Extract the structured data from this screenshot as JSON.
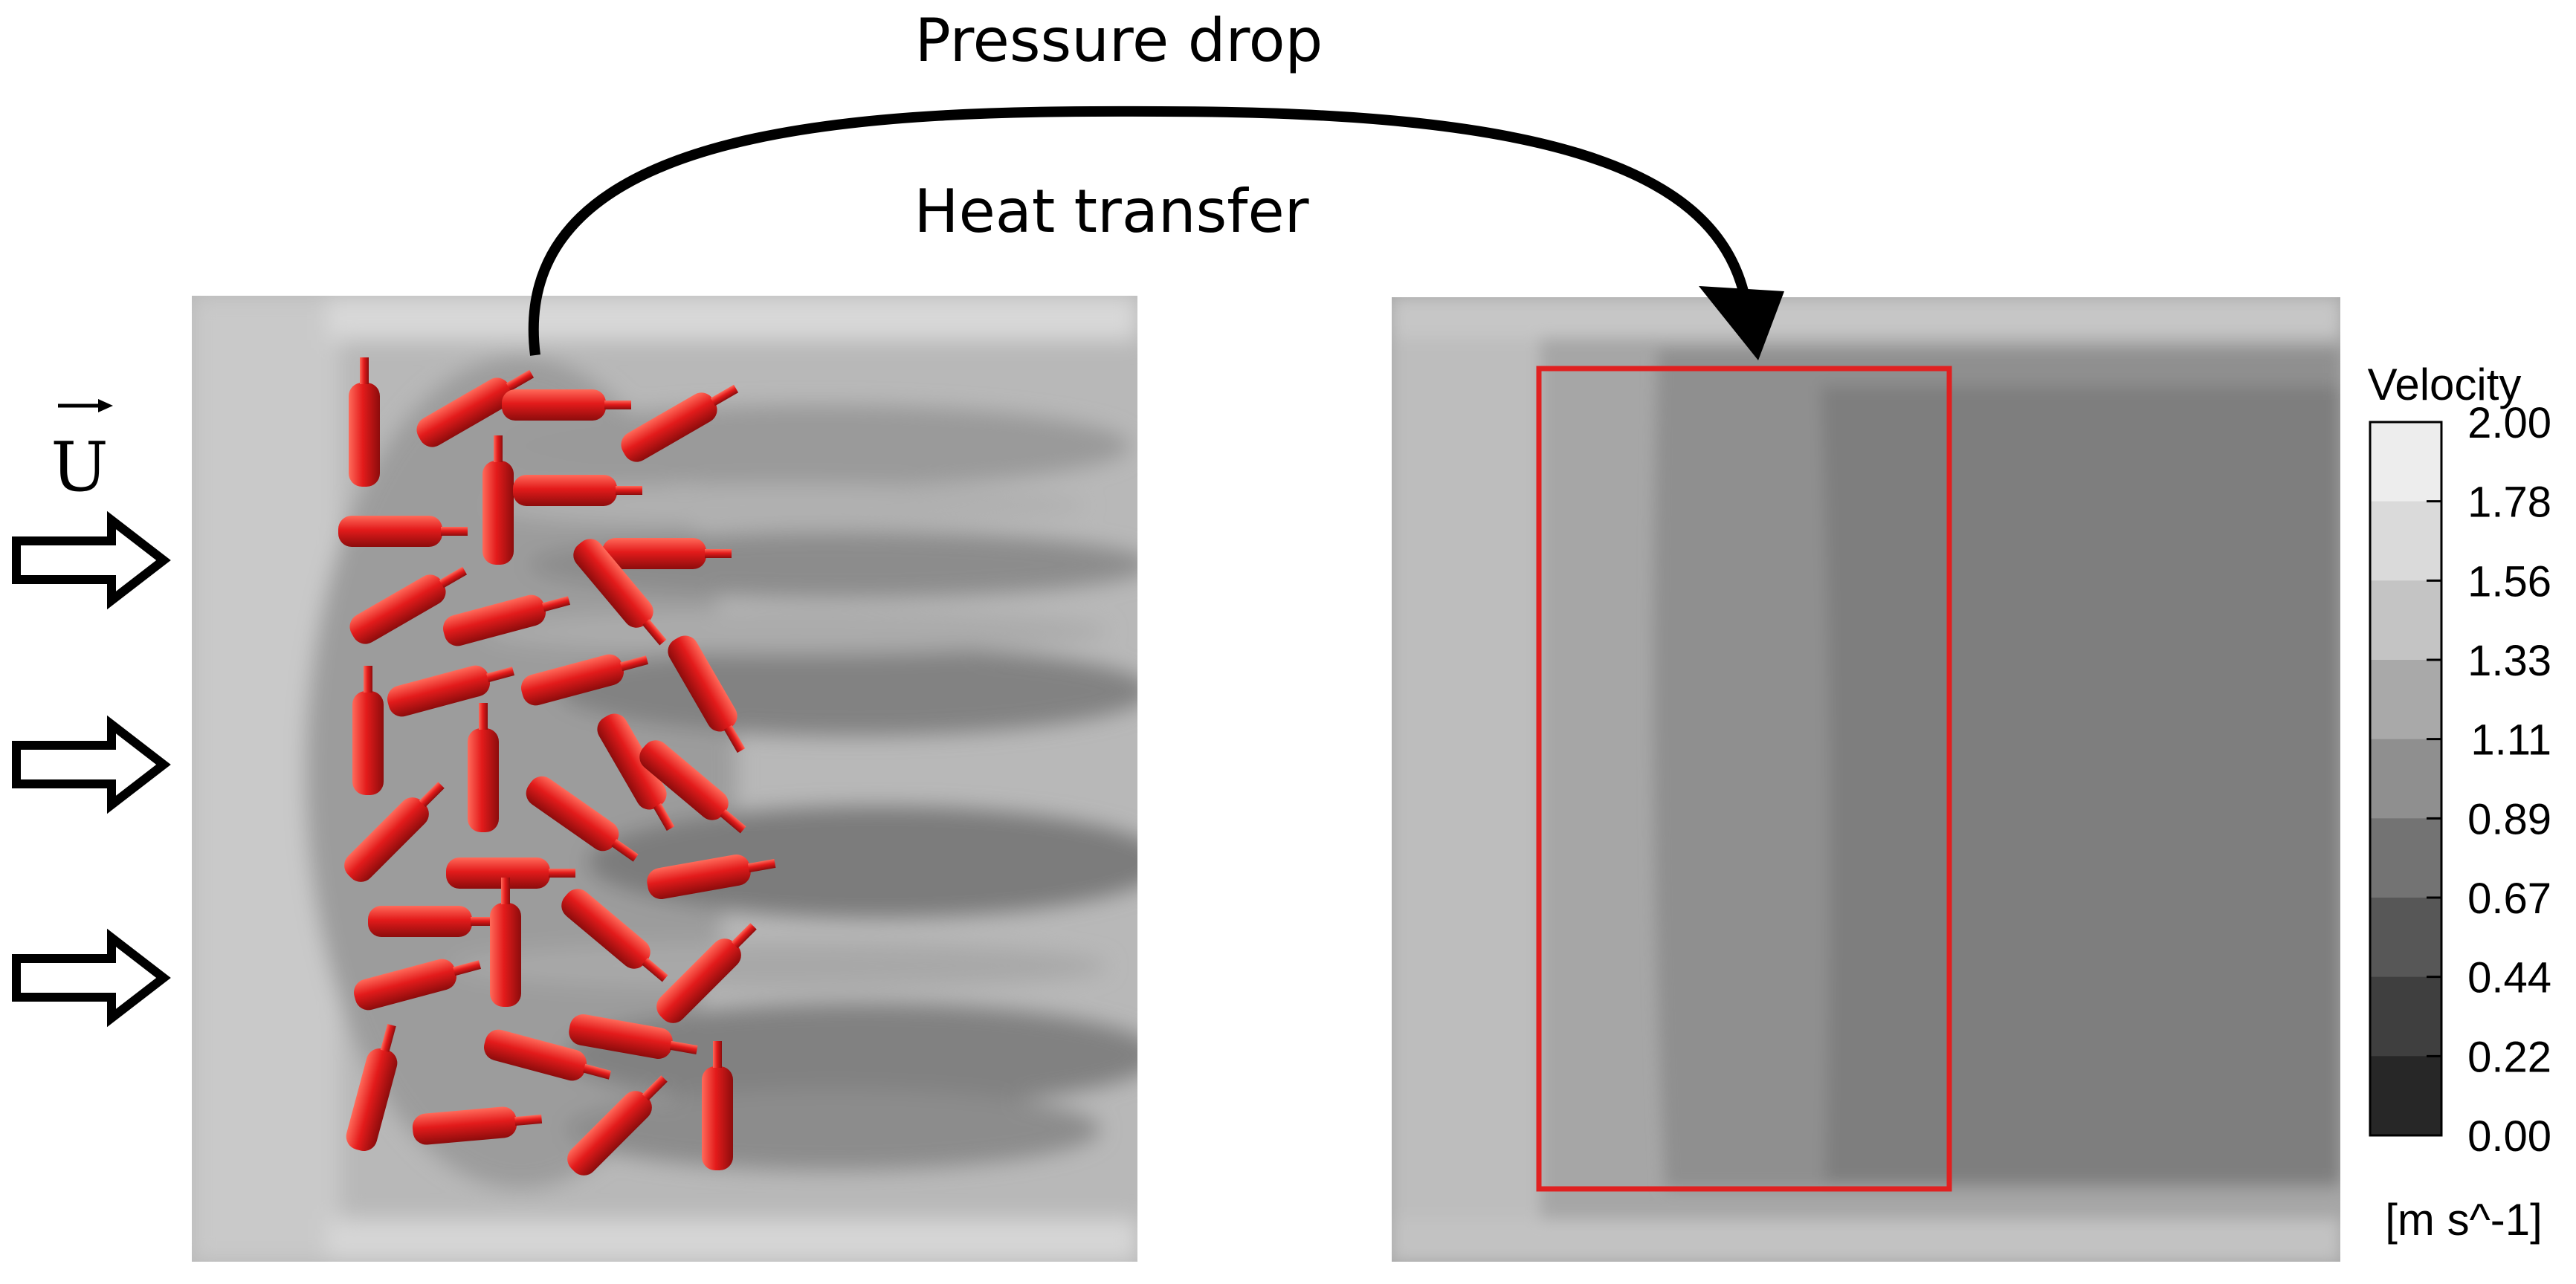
{
  "annotations": {
    "top_label": "Pressure drop",
    "bottom_label": "Heat transfer",
    "inflow_symbol": "U"
  },
  "legend": {
    "title": "Velocity",
    "units": "[m s^-1]",
    "ticks": [
      "2.00",
      "1.78",
      "1.56",
      "1.33",
      "1.11",
      "0.89",
      "0.67",
      "0.44",
      "0.22",
      "0.00"
    ],
    "band_colors": [
      "#ededed",
      "#dadada",
      "#c4c4c4",
      "#a9a9a9",
      "#8f8f8f",
      "#737373",
      "#575757",
      "#3f3f3f",
      "#272727"
    ]
  },
  "colors": {
    "particle": "#e31b1b",
    "porous_box_outline": "#e02020",
    "arrow": "#000000"
  },
  "icons": [
    "inflow-arrow-icon",
    "curved-arrow-icon"
  ]
}
